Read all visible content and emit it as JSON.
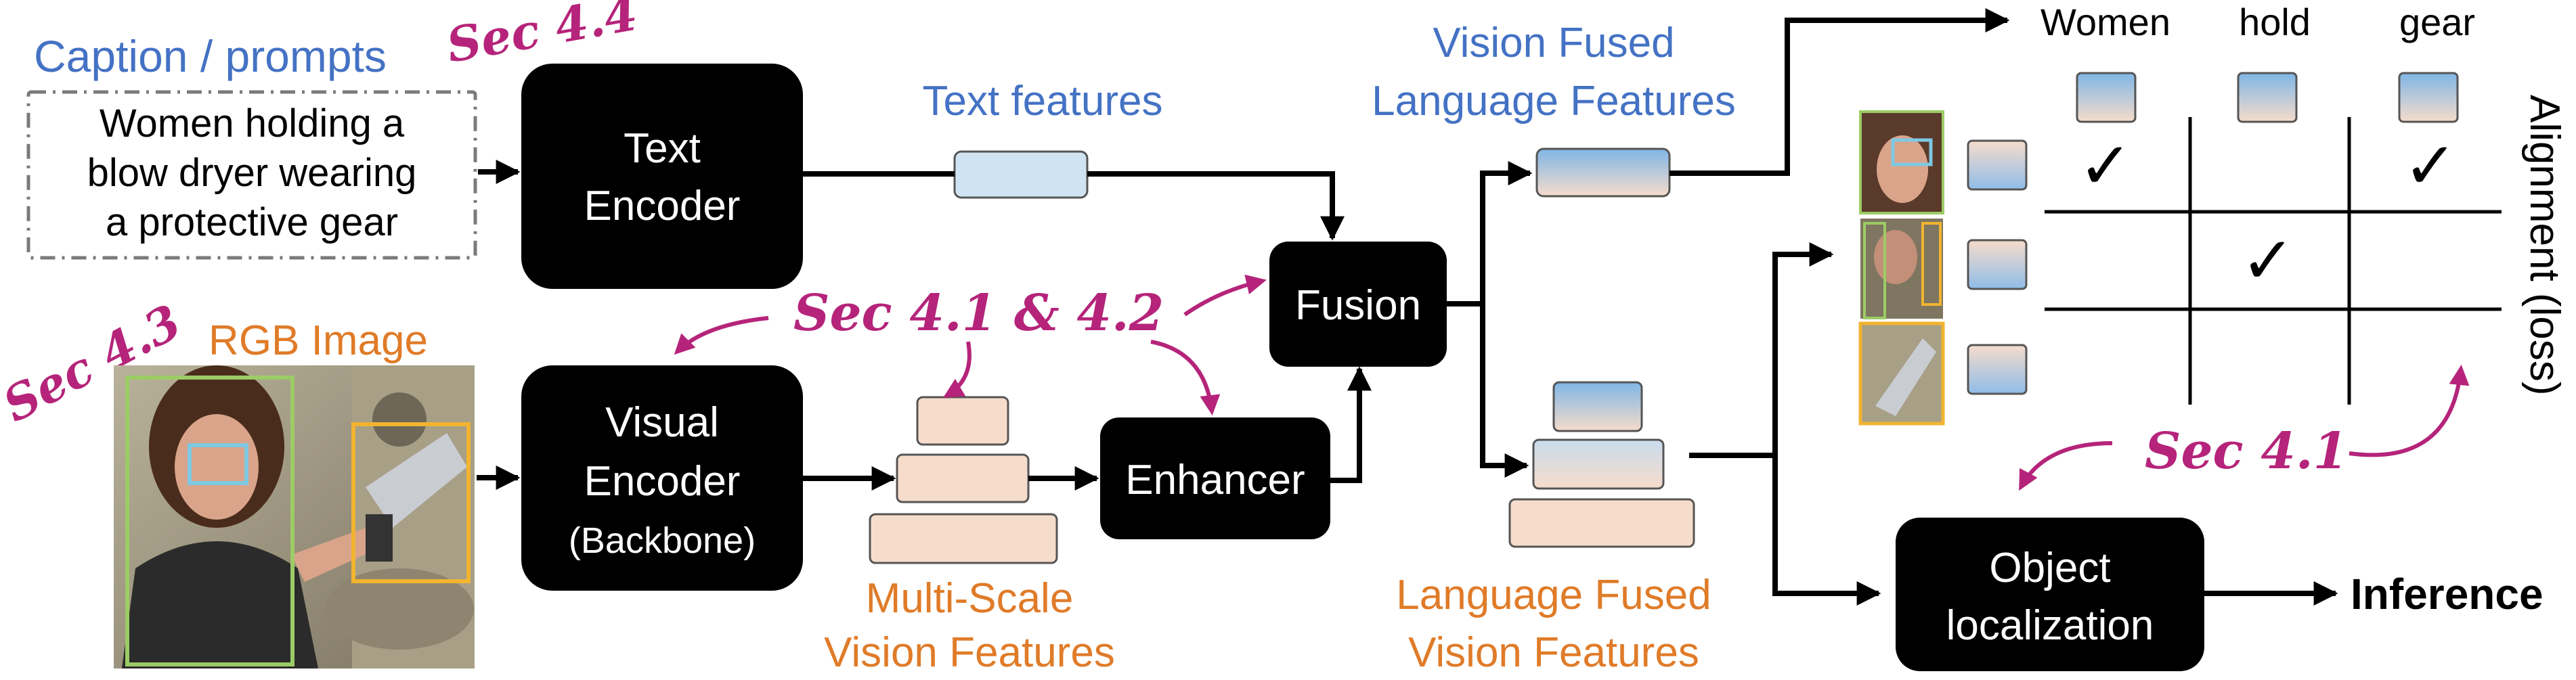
{
  "labels": {
    "caption_prompts": "Caption / prompts",
    "caption_line1": "Women holding a",
    "caption_line2": "blow dryer  wearing",
    "caption_line3": "a protective gear",
    "text_encoder_1": "Text",
    "text_encoder_2": "Encoder",
    "text_features": "Text features",
    "vision_fused_1": "Vision Fused",
    "vision_fused_2": "Language Features",
    "fusion": "Fusion",
    "rgb_image": "RGB Image",
    "visual_encoder_1": "Visual",
    "visual_encoder_2": "Encoder",
    "visual_encoder_3": "(Backbone)",
    "enhancer": "Enhancer",
    "multi_scale_1": "Multi-Scale",
    "multi_scale_2": "Vision Features",
    "language_fused_1": "Language Fused",
    "language_fused_2": "Vision Features",
    "object_loc_1": "Object",
    "object_loc_2": "localization",
    "inference": "Inference",
    "alignment": "Alignment (loss)",
    "sec_44": "Sec 4.4",
    "sec_43": "Sec 4.3",
    "sec_41_42": "Sec 4.1 & 4.2",
    "sec_41": "Sec 4.1"
  },
  "tokens": [
    "Women",
    "hold",
    "gear"
  ],
  "alignment_matrix": [
    [
      true,
      false,
      true
    ],
    [
      false,
      true,
      false
    ],
    [
      false,
      false,
      false
    ]
  ],
  "check_glyph": "✓",
  "colors": {
    "block": "#000000",
    "blue_text": "#4472c4",
    "orange_text": "#e07b28",
    "annotation": "#b5247a",
    "box_green": "#9ccc65",
    "box_blue": "#7ec8e3",
    "box_yellow": "#f2b430"
  }
}
